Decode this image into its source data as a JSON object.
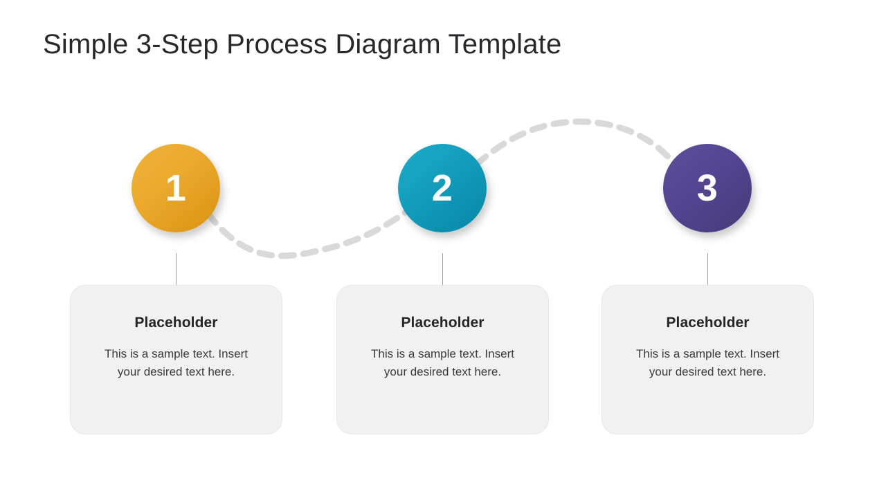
{
  "slide": {
    "title": "Simple 3-Step Process Diagram Template",
    "background_color": "#FFFFFF",
    "title_color": "#27282B"
  },
  "connector": {
    "style": "dashed-s-curve",
    "color": "#D9D9D9",
    "dash_pattern": "18 14",
    "stroke_width": 9,
    "linecap": "round",
    "segments": [
      {
        "name": "curve-step1-to-step2",
        "direction": "down-arc"
      },
      {
        "name": "curve-step2-to-step3",
        "direction": "up-arc"
      }
    ],
    "stem_color": "#9C9C9C"
  },
  "steps": [
    {
      "number": "1",
      "circle_color_start": "#F0B13A",
      "circle_color_end": "#D89211",
      "heading": "Placeholder",
      "body": "This is a sample text. Insert your desired text here."
    },
    {
      "number": "2",
      "circle_color_start": "#1BADCA",
      "circle_color_end": "#0687A4",
      "heading": "Placeholder",
      "body": "This is a sample text. Insert your desired text here."
    },
    {
      "number": "3",
      "circle_color_start": "#5F4E9C",
      "circle_color_end": "#473A79",
      "heading": "Placeholder",
      "body": "This is a sample text. Insert your desired text here."
    }
  ],
  "card_style": {
    "background_color": "#F1F1F1",
    "border_color": "#E6E6E6",
    "heading_color": "#262626",
    "body_color": "#3A3A3A"
  }
}
